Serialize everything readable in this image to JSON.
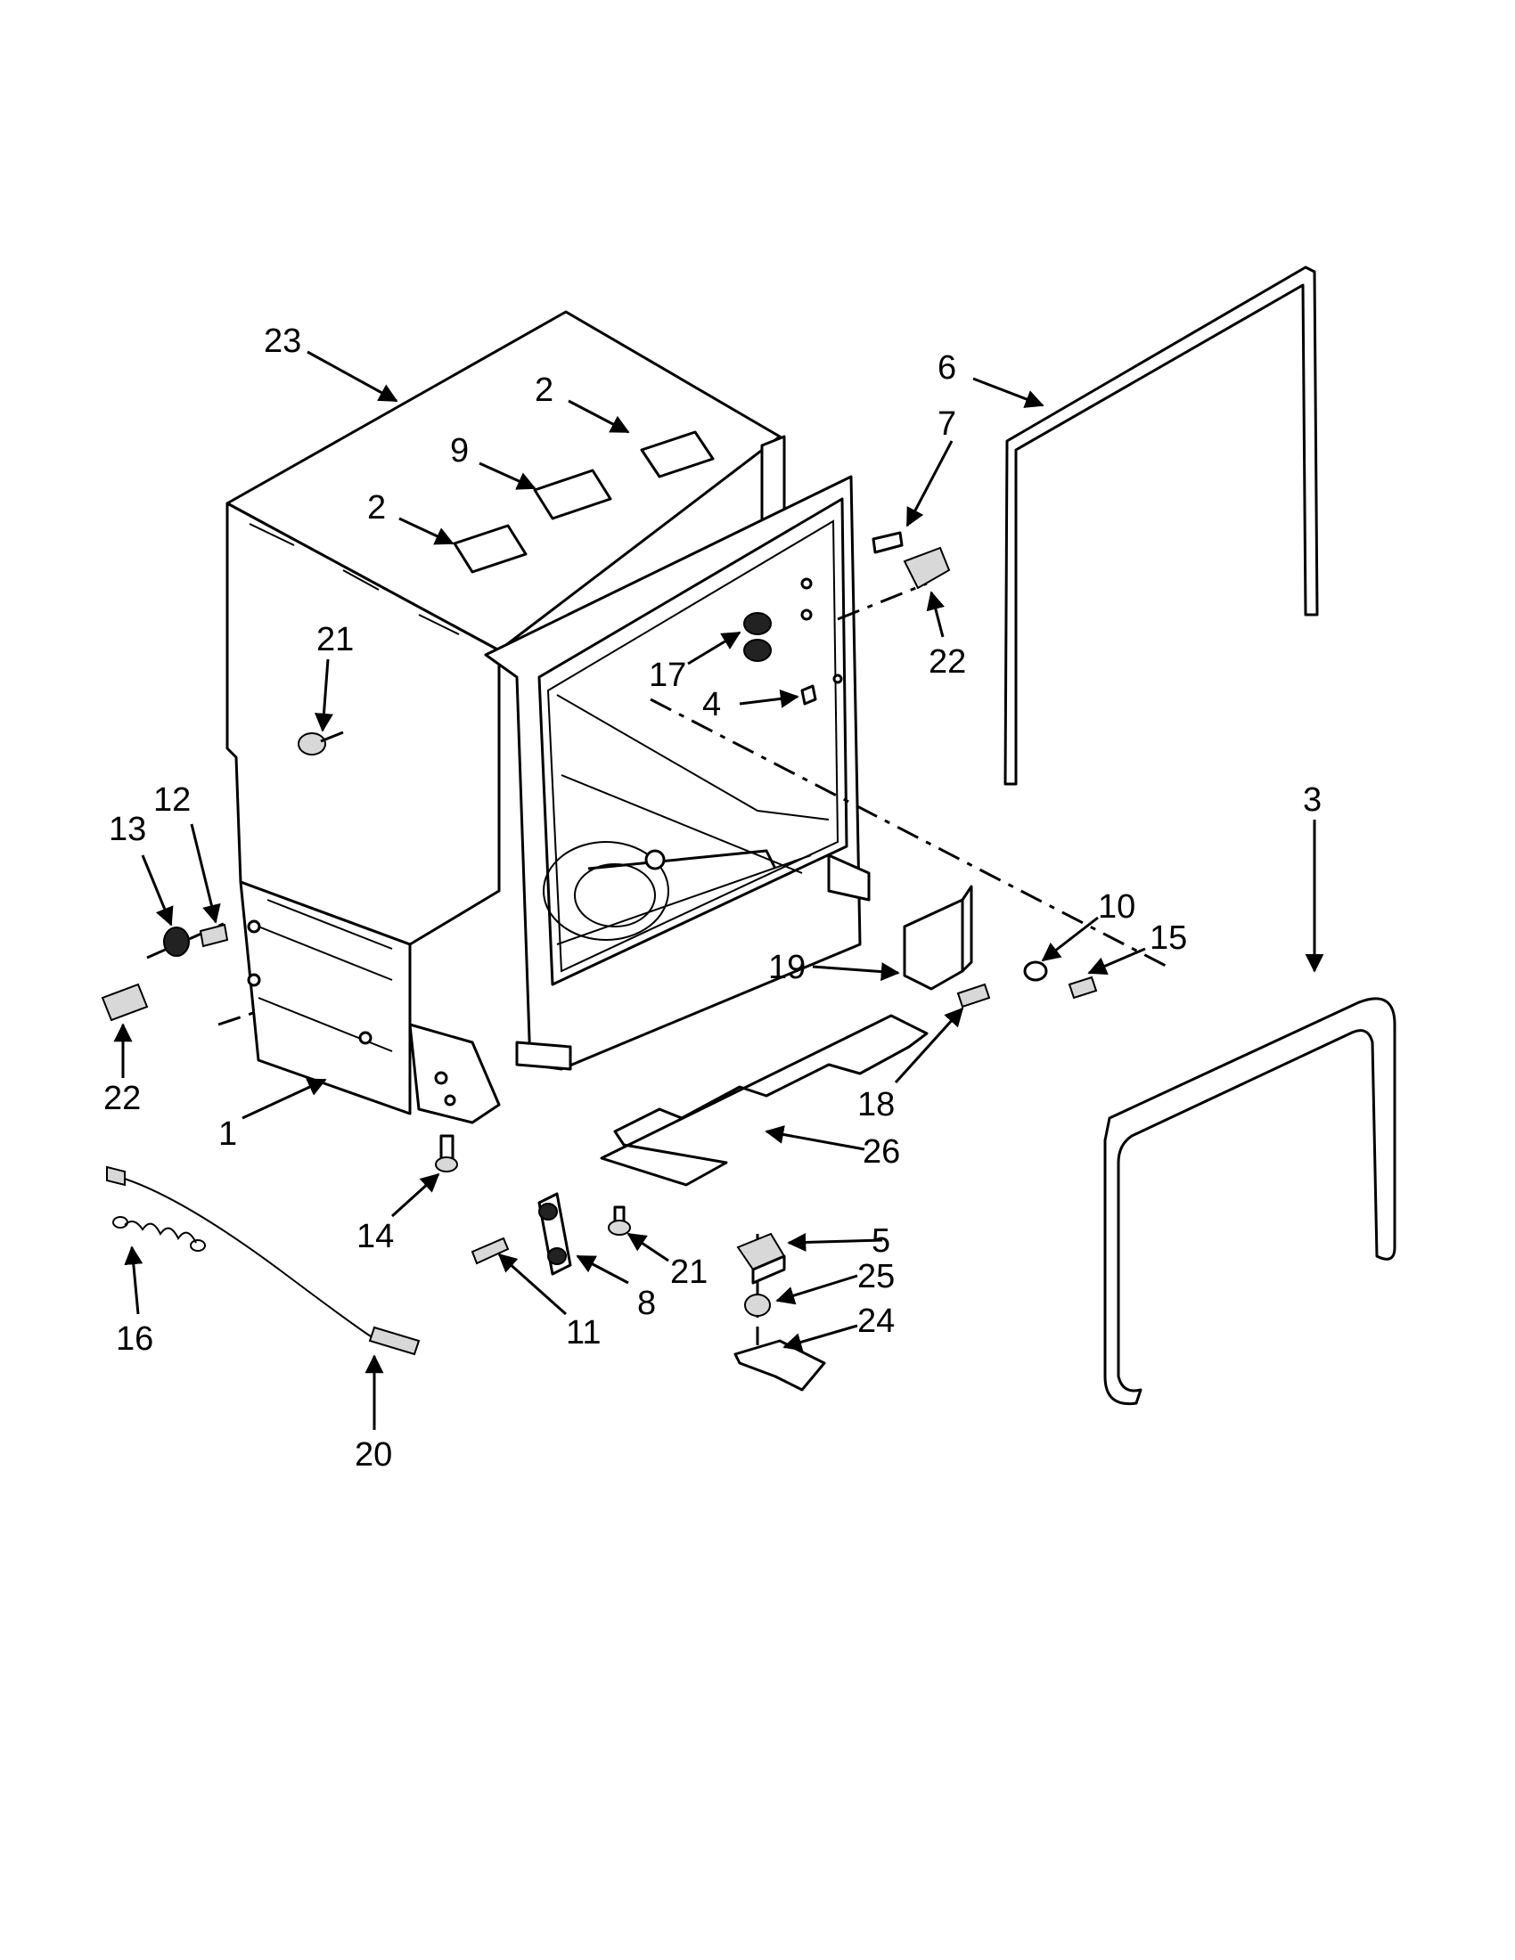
{
  "callouts": [
    {
      "label": "23"
    },
    {
      "label": "2"
    },
    {
      "label": "9"
    },
    {
      "label": "2"
    },
    {
      "label": "21"
    },
    {
      "label": "6"
    },
    {
      "label": "7"
    },
    {
      "label": "22"
    },
    {
      "label": "17"
    },
    {
      "label": "4"
    },
    {
      "label": "3"
    },
    {
      "label": "13"
    },
    {
      "label": "12"
    },
    {
      "label": "22"
    },
    {
      "label": "10"
    },
    {
      "label": "15"
    },
    {
      "label": "19"
    },
    {
      "label": "1"
    },
    {
      "label": "18"
    },
    {
      "label": "26"
    },
    {
      "label": "14"
    },
    {
      "label": "16"
    },
    {
      "label": "11"
    },
    {
      "label": "8"
    },
    {
      "label": "21"
    },
    {
      "label": "5"
    },
    {
      "label": "25"
    },
    {
      "label": "24"
    },
    {
      "label": "20"
    }
  ]
}
